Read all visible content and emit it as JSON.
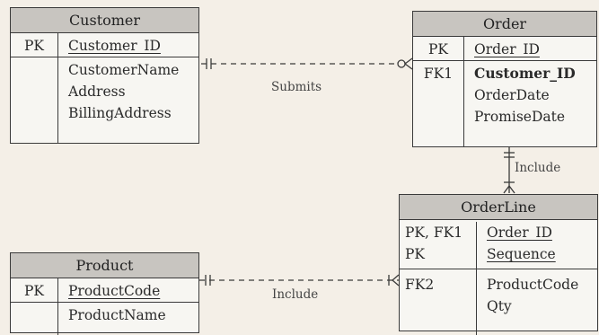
{
  "entities": {
    "customer": {
      "title": "Customer",
      "rows": [
        {
          "key": "PK",
          "attr": "Customer_ID"
        },
        {
          "key": "",
          "attr": "CustomerName"
        },
        {
          "key": "",
          "attr": "Address"
        },
        {
          "key": "",
          "attr": "BillingAddress"
        }
      ]
    },
    "order": {
      "title": "Order",
      "rows": [
        {
          "key": "PK",
          "attr": "Order_ID"
        },
        {
          "key": "FK1",
          "attr": "Customer_ID"
        },
        {
          "key": "",
          "attr": "OrderDate"
        },
        {
          "key": "",
          "attr": "PromiseDate"
        }
      ]
    },
    "orderline": {
      "title": "OrderLine",
      "rows": [
        {
          "key": "PK, FK1",
          "attr": "Order_ID"
        },
        {
          "key": "PK",
          "attr": "Sequence"
        },
        {
          "key": "FK2",
          "attr": "ProductCode"
        },
        {
          "key": "",
          "attr": "Qty"
        }
      ]
    },
    "product": {
      "title": "Product",
      "rows": [
        {
          "key": "PK",
          "attr": "ProductCode"
        },
        {
          "key": "",
          "attr": "ProductName"
        }
      ]
    }
  },
  "relationships": {
    "submits": "Submits",
    "order_include": "Include",
    "product_include": "Include"
  }
}
